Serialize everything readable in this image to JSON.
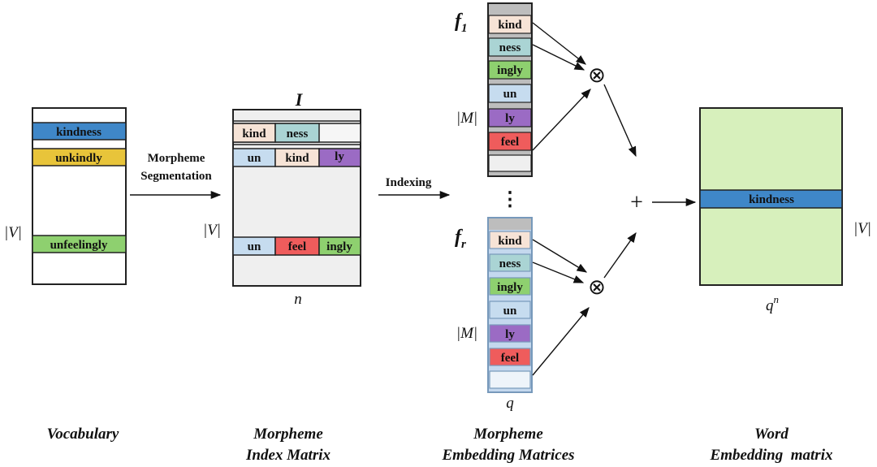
{
  "vocabulary": {
    "words": [
      "kindness",
      "unkindly",
      "unfeelingly"
    ],
    "size_label": "|V|",
    "caption": "Vocabulary"
  },
  "step_labels": {
    "segmentation": [
      "Morpheme",
      "Segmentation"
    ],
    "indexing": "Indexing"
  },
  "index_matrix": {
    "title": "I",
    "rows": [
      [
        "kind",
        "ness"
      ],
      [
        "un",
        "kind",
        "ly"
      ],
      [
        "un",
        "feel",
        "ingly"
      ]
    ],
    "size_label": "|V|",
    "width_label": "n",
    "caption": [
      "Morpheme",
      "Index Matrix"
    ]
  },
  "embedding_matrices": {
    "first_label": "f",
    "first_sub": "1",
    "last_label": "f",
    "last_sub": "r",
    "ellipsis": "⋮",
    "morphemes": [
      "kind",
      "ness",
      "ingly",
      "un",
      "ly",
      "feel"
    ],
    "size_label": "|M|",
    "width_label": "q",
    "caption": [
      "Morpheme",
      "Embedding Matrices"
    ]
  },
  "operators": {
    "product": "⊗",
    "sum": "+"
  },
  "word_embedding": {
    "word": "kindness",
    "size_label": "|V|",
    "width_label": "q",
    "width_sup": "n",
    "caption": [
      "Word",
      "Embedding  matrix"
    ]
  },
  "colors": {
    "blue": "#3f87c8",
    "yellow": "#e8c43a",
    "green": "#8ed06f",
    "peach": "#f6e3d6",
    "teal": "#aad4d4",
    "lightblue": "#c6dcef",
    "purple": "#9b6bc4",
    "red": "#ef5c5c",
    "gray": "#c7c7c7",
    "paleblue": "#c4d8ee",
    "lightgreen": "#d7f0bc",
    "matrixbg": "#efefef"
  }
}
